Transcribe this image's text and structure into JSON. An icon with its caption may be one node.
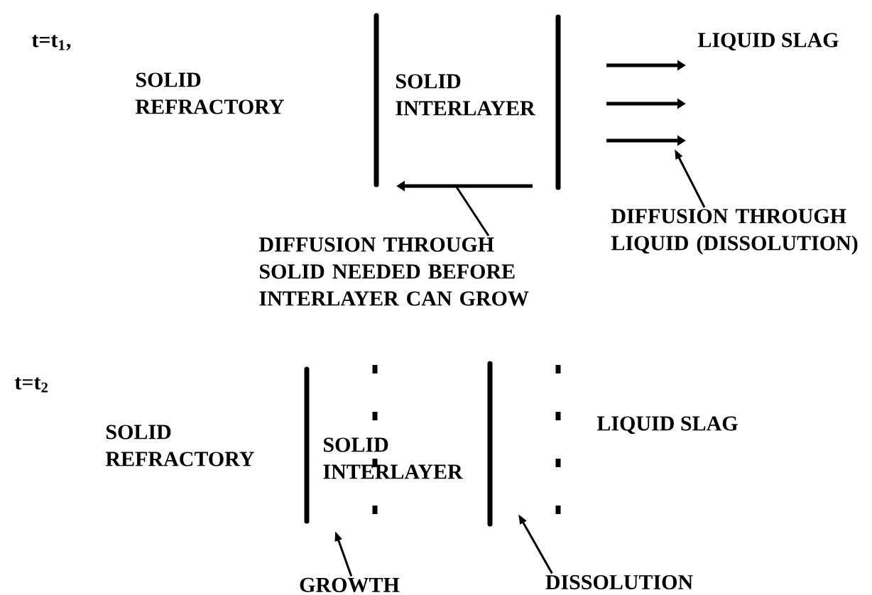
{
  "diagram": {
    "nodes": [
      {
        "text": [
          "DIFFUSION THROUGH SOLID NEEDED BEFORE INTERLAYER CAN GROW"
        ]
      },
      {
        "text": [
          "DIFFUSION THROUGH LIQUID (DISSOLUTION)"
        ]
      },
      {
        "text": [
          "GROWTH"
        ]
      },
      {
        "text": [
          "DISSOLUTION"
        ]
      }
    ],
    "edges": [
      {
        "from": 0,
        "to": null,
        "arrow": "none"
      },
      {
        "from": 1,
        "to": null,
        "arrow": "to"
      },
      {
        "from": 2,
        "to": null,
        "arrow": "to"
      },
      {
        "from": 3,
        "to": null,
        "arrow": "to"
      }
    ],
    "labels": [
      "t=t$_{1}$,",
      "SOLID REFRACTORY",
      "SOLID INTERLAYER",
      "LIQUID SLAG",
      "t=t$_{2}$",
      "SOLID REFRACTORY",
      "SOLID INTERLAYER",
      "LIQUID SLAG"
    ]
  }
}
